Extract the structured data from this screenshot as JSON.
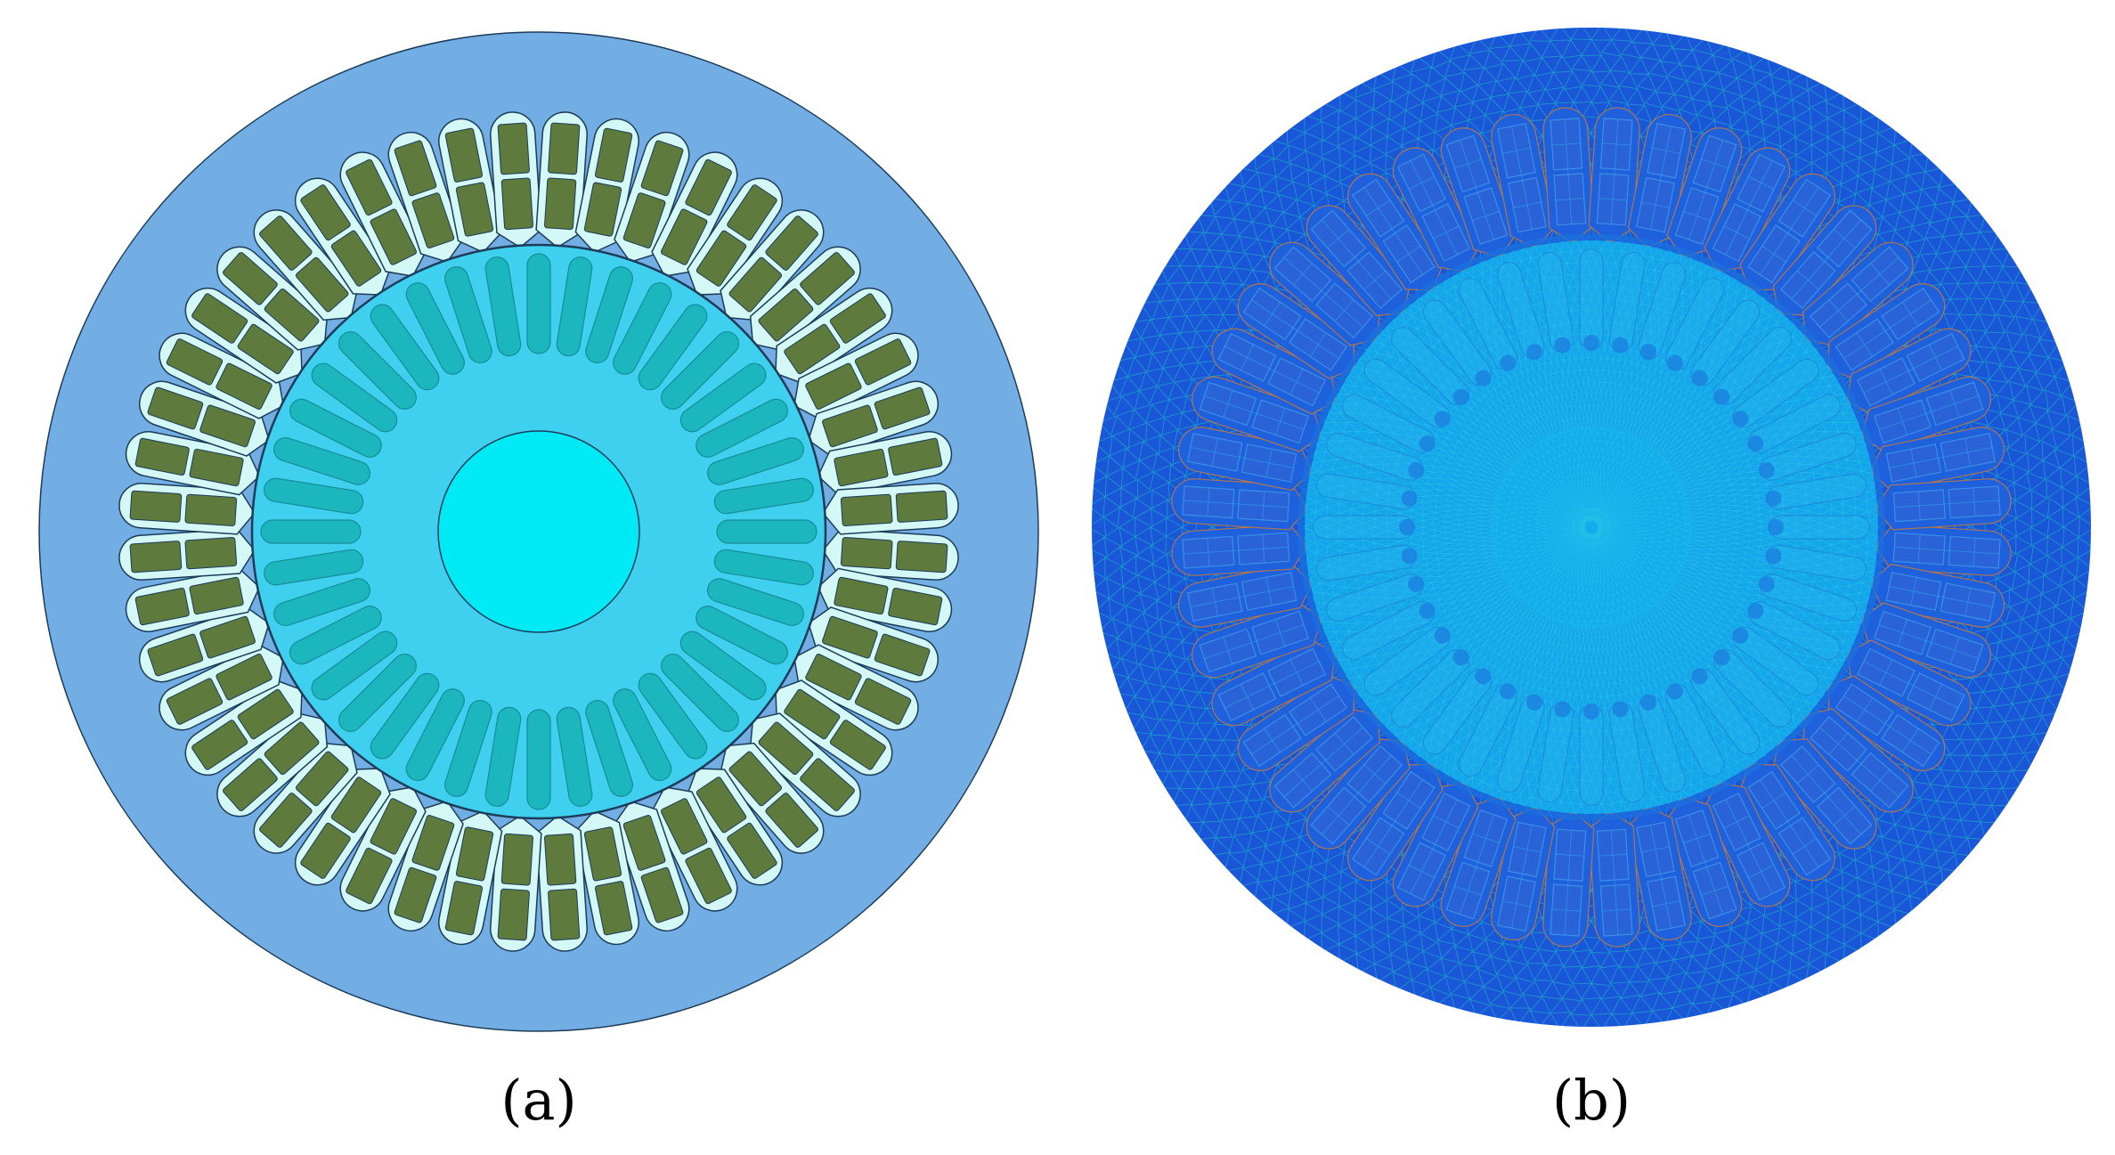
{
  "panels": [
    {
      "id": "a",
      "caption": "(a)",
      "view": "geometry",
      "stator_slots": 48,
      "rotor_bars": 40
    },
    {
      "id": "b",
      "caption": "(b)",
      "view": "mesh",
      "stator_slots": 48,
      "rotor_bars": 40
    }
  ],
  "colors": {
    "stator_geometry": "#72ade3",
    "rotor_geometry": "#3fd0f0",
    "shaft_geometry": "#00eaf5",
    "rotor_bar": "#1cb6bf",
    "slot_liner": "#d3f8f6",
    "coil": "#5e7a3c",
    "outline": "#1c3c5a",
    "stator_mesh": "#1a57d8",
    "rotor_mesh": "#14a5ea",
    "shaft_mesh": "#11b2ee",
    "mesh_line": "#1fa8c8",
    "mesh_line_dense": "#2fd0e8",
    "slot_edge_mesh": "#c57a3a"
  }
}
